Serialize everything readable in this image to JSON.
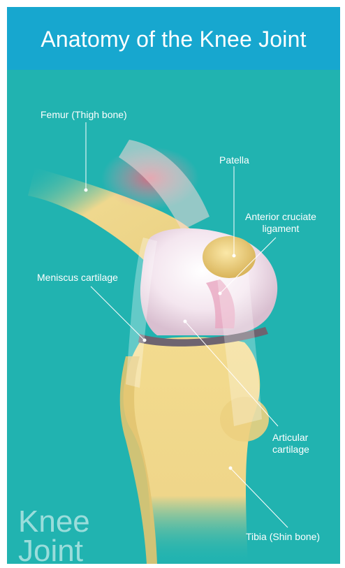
{
  "header": {
    "title": "Anatomy of the Knee Joint"
  },
  "labels": {
    "femur": "Femur (Thigh bone)",
    "patella": "Patella",
    "acl_line1": "Anterior cruciate",
    "acl_line2": "ligament",
    "meniscus": "Meniscus cartilage",
    "articular_line1": "Articular",
    "articular_line2": "cartilage",
    "tibia": "Tibia (Shin bone)"
  },
  "watermark": {
    "line1": "Knee",
    "line2": "Joint"
  },
  "colors": {
    "header_bg": "#17a7cf",
    "panel_bg": "#21b3b0",
    "bone": "#f0d98a",
    "cartilage": "#f3e6ef",
    "muscle": "#f07a8e",
    "meniscus": "#6e6470",
    "text": "#ffffff"
  }
}
